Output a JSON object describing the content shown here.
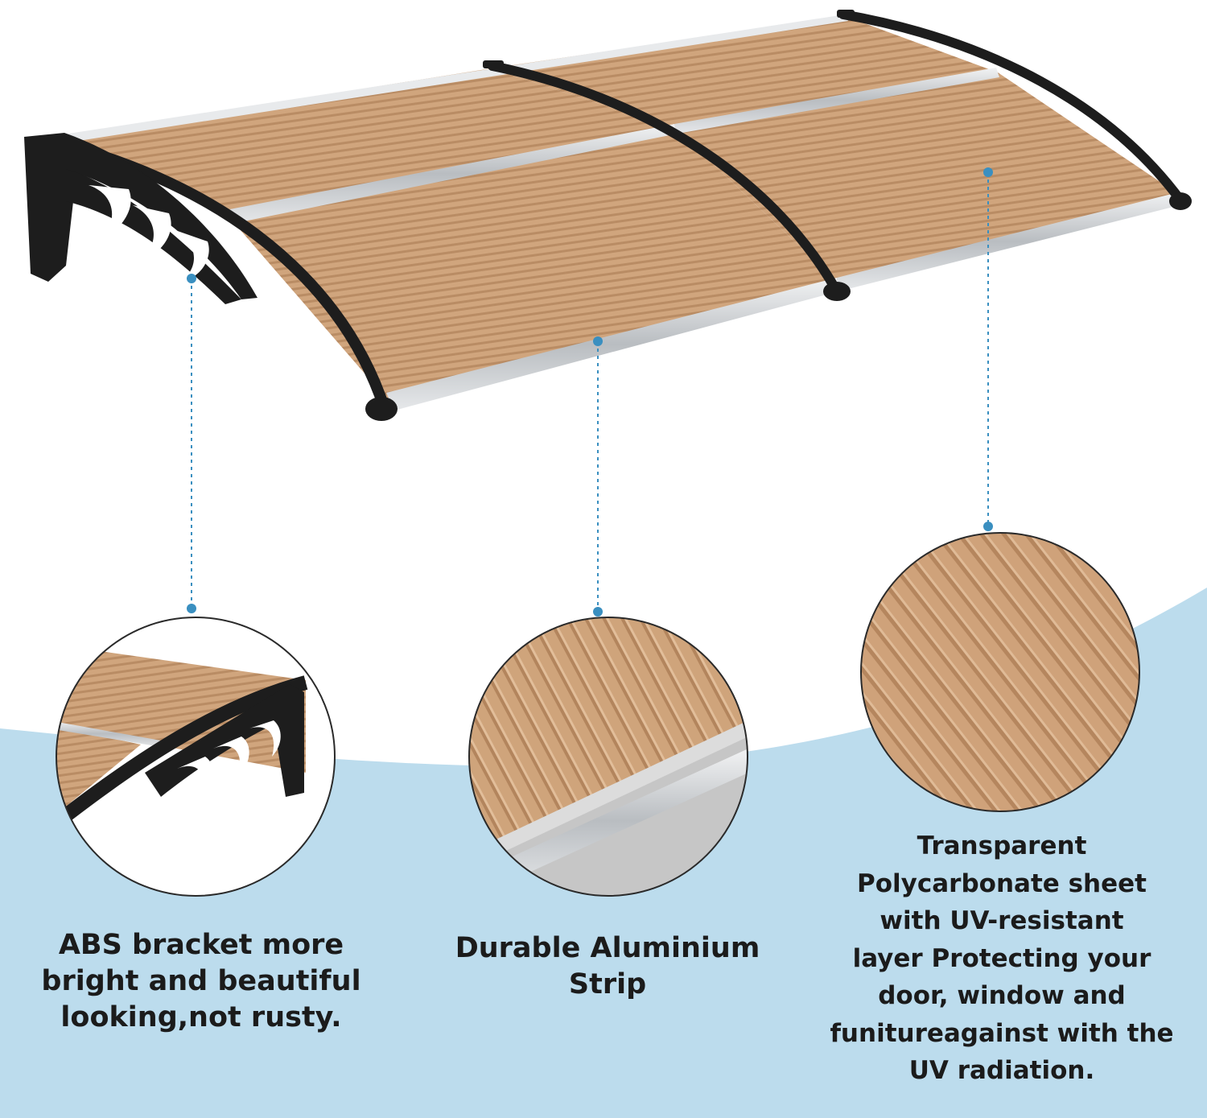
{
  "colors": {
    "background_wave": "#bcdced",
    "panel_tan": "#d0a57d",
    "panel_rib_dark": "#b78a63",
    "frame_black": "#1d1d1d",
    "aluminium": "#c9cccf",
    "callout_line": "#3a8fc0"
  },
  "features": [
    {
      "id": "bracket",
      "lines": [
        "ABS bracket more",
        "bright and beautiful",
        "looking,not rusty."
      ]
    },
    {
      "id": "strip",
      "lines": [
        "Durable Aluminium",
        "Strip"
      ]
    },
    {
      "id": "sheet",
      "lines": [
        "Transparent",
        "Polycarbonate sheet",
        "with UV-resistant",
        "layer Protecting your",
        "door, window and",
        "funitureagainst with the",
        "UV radiation."
      ]
    }
  ]
}
